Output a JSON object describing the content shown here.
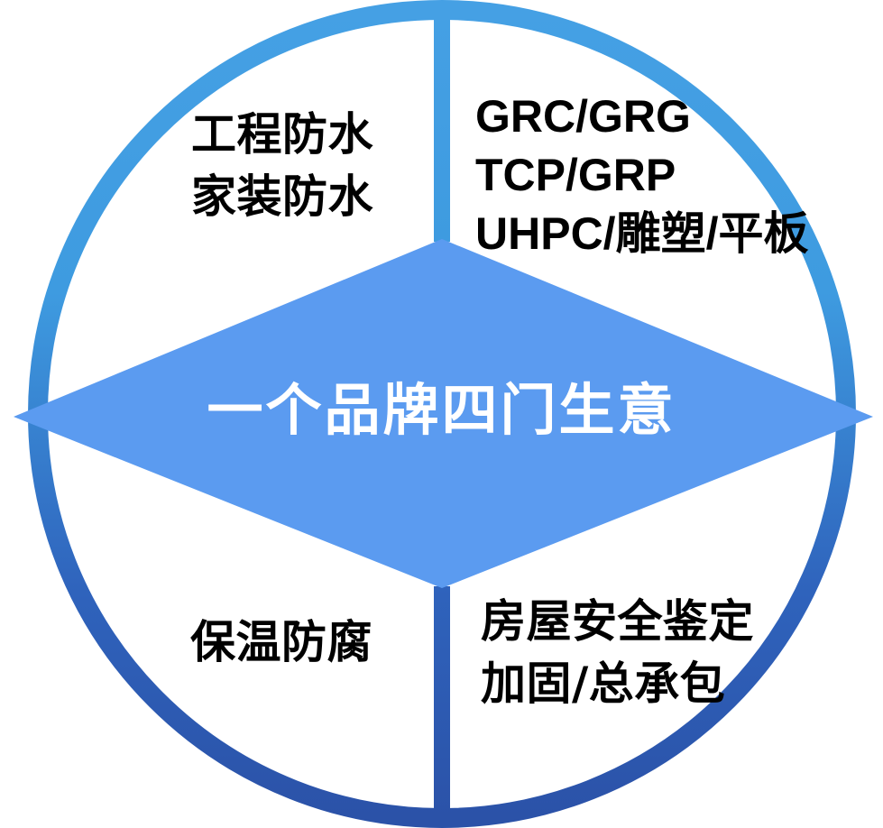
{
  "diagram": {
    "center": {
      "caption": "一个品牌四门生意",
      "shape": "diamond",
      "fill_color": "#5B9BF0",
      "text_color": "#FFFFFF"
    },
    "ring": {
      "shape": "circle",
      "gradient_top_color": "#3E9BE0",
      "gradient_bottom_color": "#2B52A8",
      "stroke_width": 22
    },
    "divider": {
      "orientation": "vertical",
      "top_color": "#3E9BE0",
      "bottom_color": "#2B57B0"
    },
    "quadrants": [
      {
        "id": "top-left",
        "lines": [
          "工程防水",
          "家装防水"
        ]
      },
      {
        "id": "top-right",
        "lines": [
          "GRC/GRG",
          "TCP/GRP",
          "UHPC/雕塑/平板"
        ]
      },
      {
        "id": "bottom-left",
        "lines": [
          "保温防腐"
        ]
      },
      {
        "id": "bottom-right",
        "lines": [
          "房屋安全鉴定",
          "加固/总承包"
        ]
      }
    ]
  }
}
